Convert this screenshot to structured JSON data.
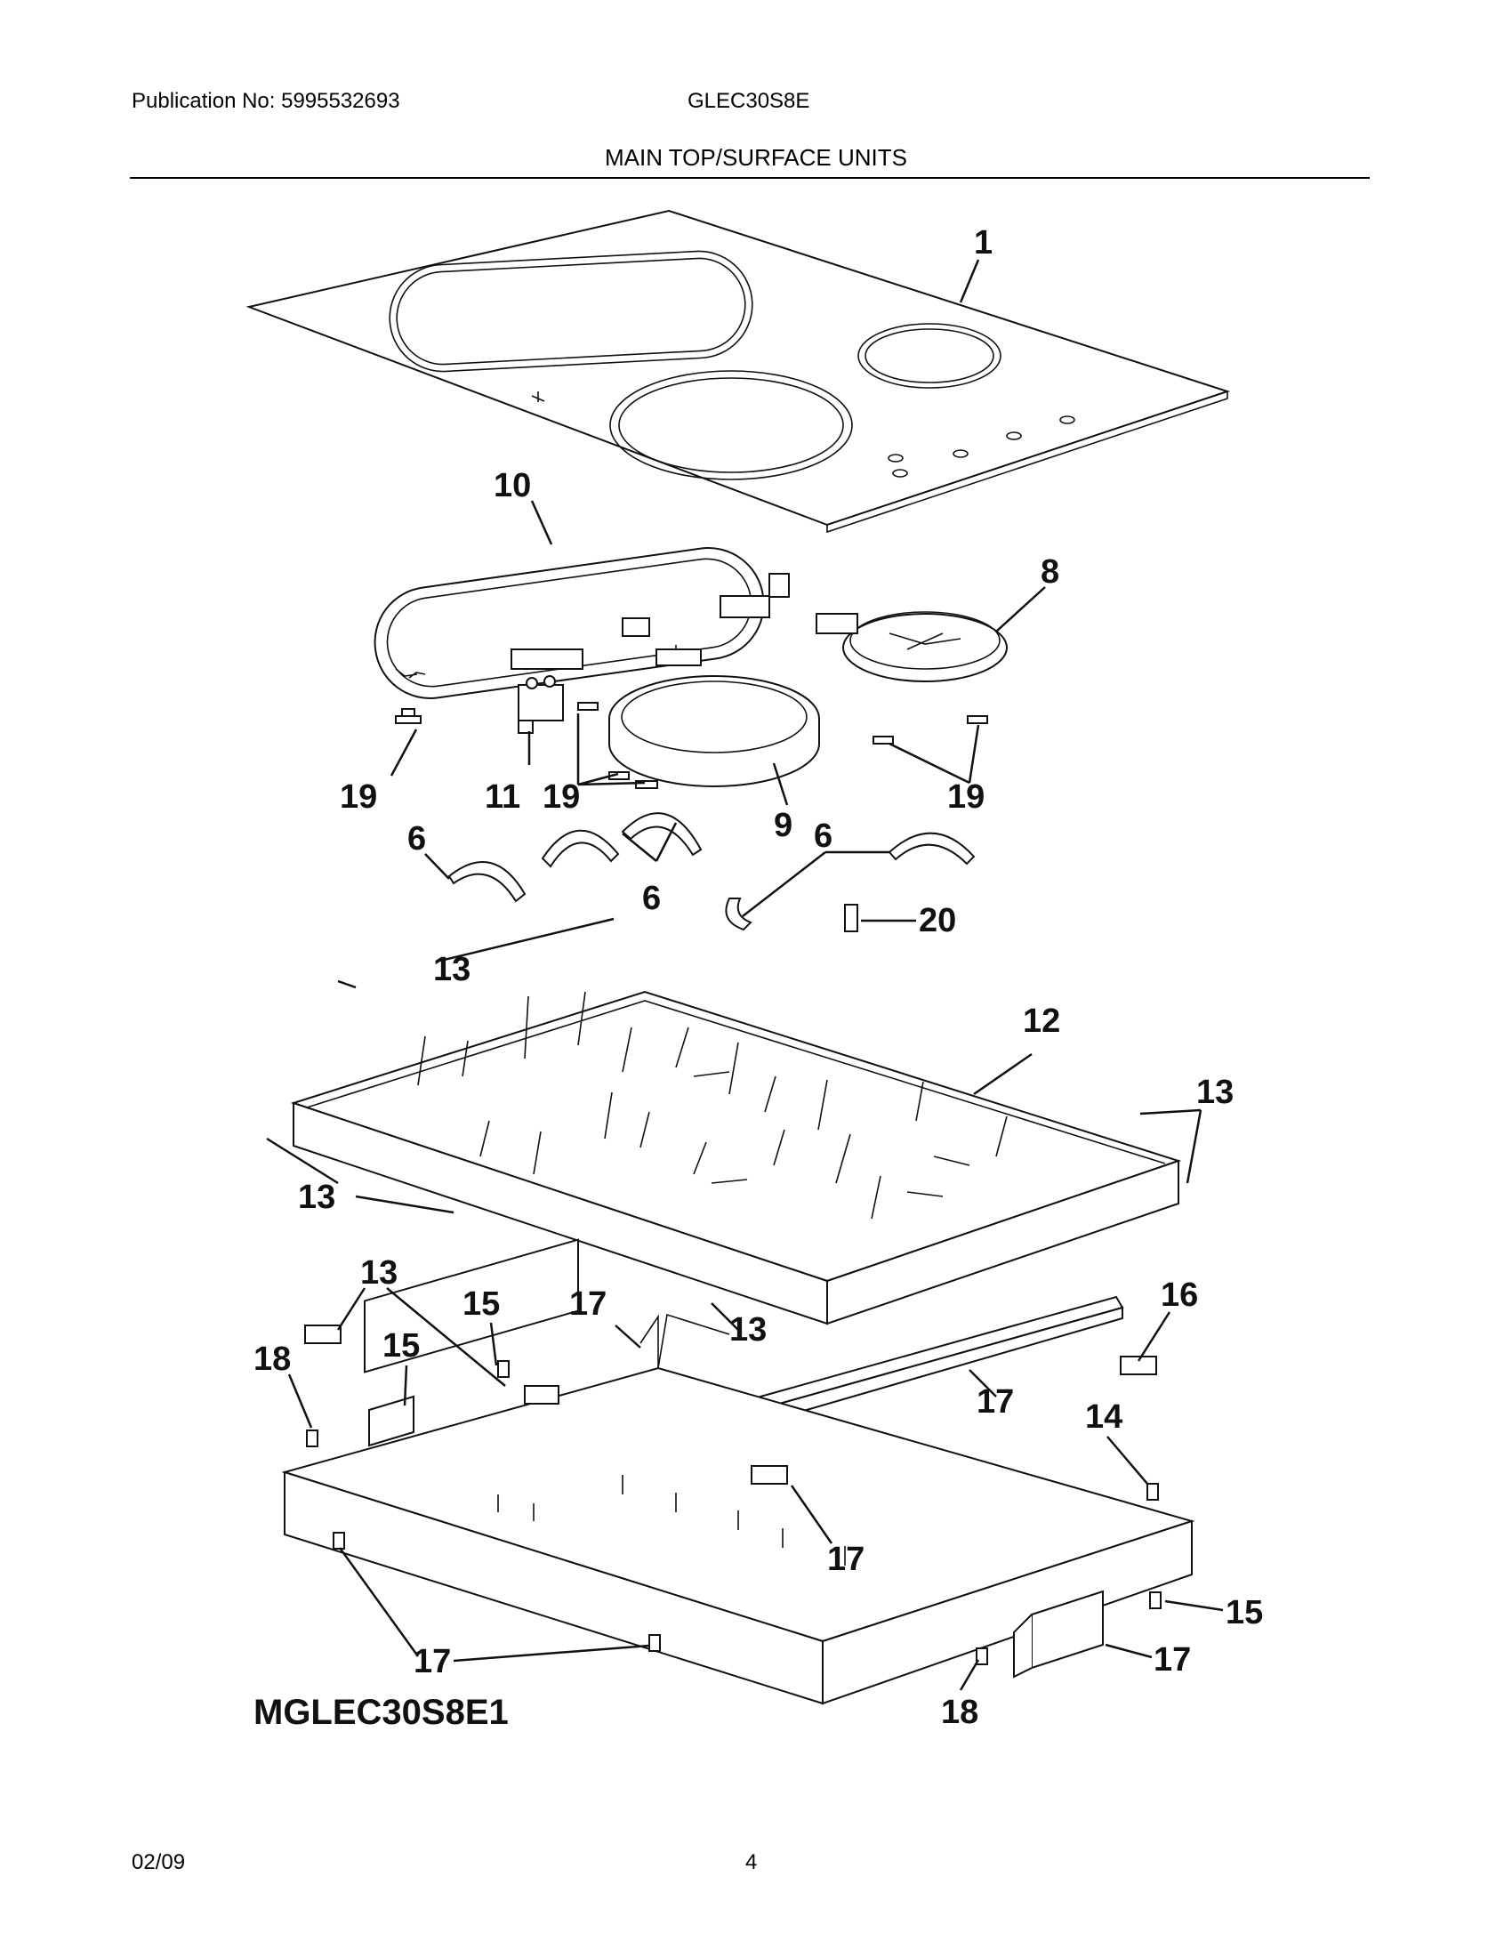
{
  "header": {
    "publication": "Publication No: 5995532693",
    "model": "GLEC30S8E",
    "section_title": "MAIN TOP/SURFACE UNITS"
  },
  "diagram": {
    "code": "MGLEC30S8E1",
    "callouts": [
      "1",
      "10",
      "8",
      "19",
      "11",
      "19",
      "9",
      "19",
      "6",
      "6",
      "6",
      "20",
      "13",
      "12",
      "13",
      "13",
      "13",
      "15",
      "17",
      "16",
      "15",
      "18",
      "17",
      "14",
      "17",
      "15",
      "17",
      "17",
      "18",
      "17"
    ]
  },
  "footer": {
    "date": "02/09",
    "page": "4"
  }
}
